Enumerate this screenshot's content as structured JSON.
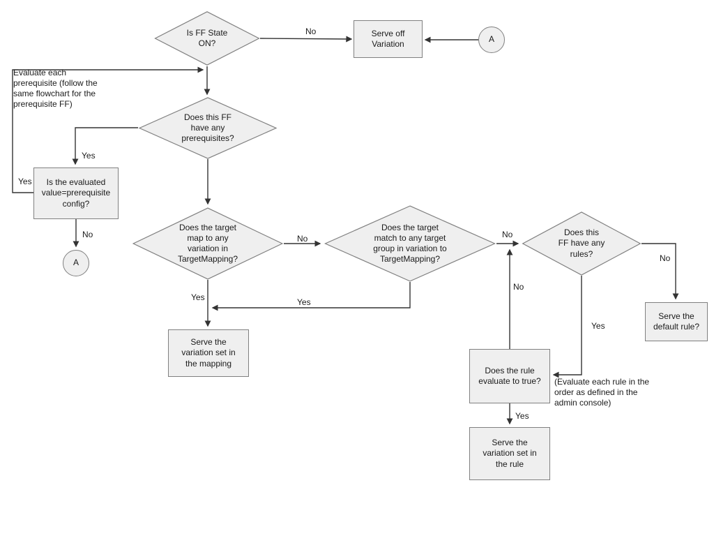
{
  "colors": {
    "canvas": "#ffffff",
    "shape_fill": "#efefef",
    "shape_border": "#808080",
    "edge": "#333333",
    "text": "#1a1a1a"
  },
  "nodes": {
    "is_ff_state_on": {
      "type": "decision",
      "label": "Is FF State\nON?"
    },
    "serve_off_variation": {
      "type": "process",
      "label": "Serve off\nVariation"
    },
    "connector_a_top": {
      "type": "connector",
      "label": "A"
    },
    "has_prerequisites": {
      "type": "decision",
      "label": "Does this FF\nhave any\nprerequisites?"
    },
    "evaluated_value_matches": {
      "type": "process",
      "label": "Is the evaluated\nvalue=prerequisite\nconfig?"
    },
    "connector_a_left": {
      "type": "connector",
      "label": "A"
    },
    "target_maps_to_variation": {
      "type": "decision",
      "label": "Does the target\nmap to any\nvariation in\nTargetMapping?"
    },
    "target_matches_group": {
      "type": "decision",
      "label": "Does the target\nmatch to any target\ngroup in variation to\nTargetMapping?"
    },
    "has_rules": {
      "type": "decision",
      "label": "Does this\nFF have any\nrules?"
    },
    "serve_default_rule": {
      "type": "process",
      "label": "Serve the\ndefault rule?"
    },
    "rule_evaluates_true": {
      "type": "process",
      "label": "Does the rule\nevaluate to true?"
    },
    "serve_variation_rule": {
      "type": "process",
      "label": "Serve the\nvariation set in\nthe rule"
    },
    "serve_variation_mapping": {
      "type": "process",
      "label": "Serve the\nvariation set in\nthe mapping"
    }
  },
  "annotations": {
    "prereq_note": "Evaluate each\nprerequisite (follow the\nsame flowchart for the\nprerequisite FF)",
    "rules_note": "(Evaluate each rule in the\norder as defined in the\nadmin console)"
  },
  "edge_labels": {
    "ff_off_no": "No",
    "prereq_yes": "Yes",
    "prereq_eval_return_yes": "Yes",
    "prereq_eval_no": "No",
    "target_map_no": "No",
    "target_map_yes": "Yes",
    "target_group_no": "No",
    "target_group_yes": "Yes",
    "rules_no": "No",
    "rules_yes": "Yes",
    "rule_eval_no": "No",
    "rule_eval_yes": "Yes"
  }
}
